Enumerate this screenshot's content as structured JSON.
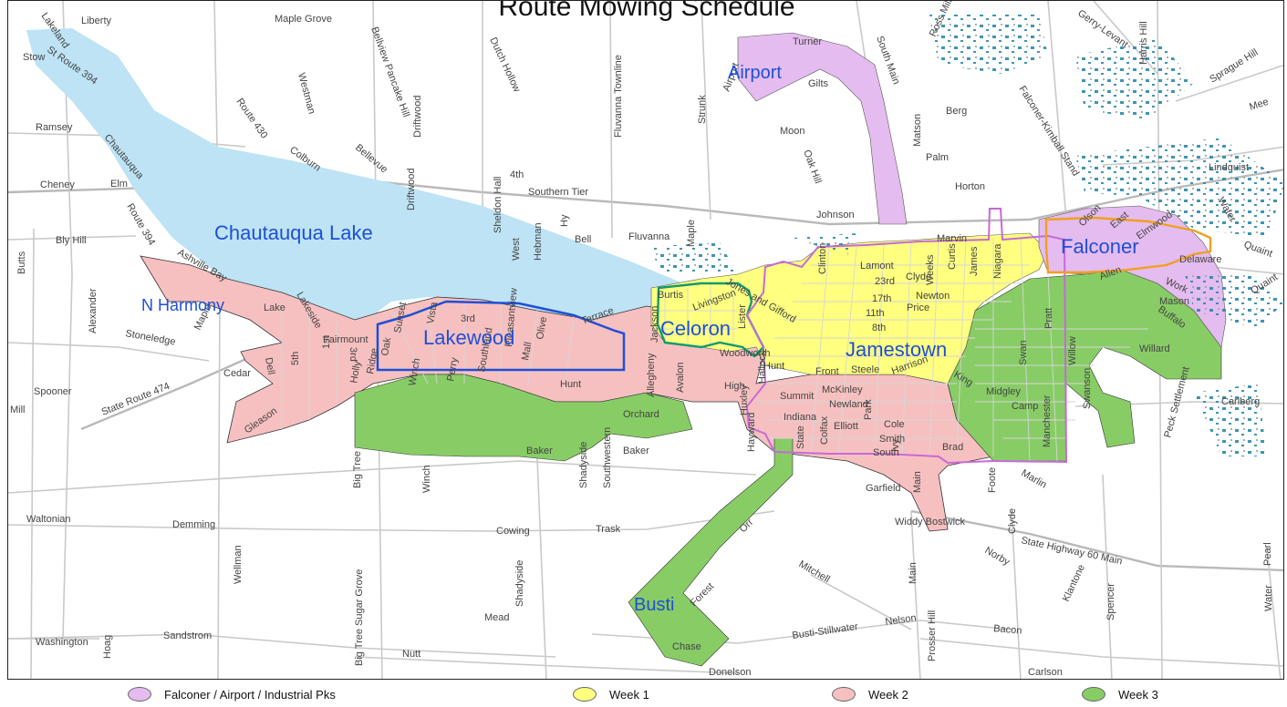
{
  "title": "Route Mowing Schedule",
  "colors": {
    "lake": "#bde3f5",
    "falconer": "#e4bcef",
    "week1": "#ffff80",
    "week2": "#f7c0c0",
    "week3": "#88cc66",
    "boundary_lakewood": "#1f4fd6",
    "boundary_celoron": "#129a70",
    "boundary_jamestown": "#c66ad8",
    "boundary_falconer": "#f0a020",
    "wetland": "#2a89a8"
  },
  "areas": {
    "chautauqua_lake": "Chautauqua Lake",
    "n_harmony": "N Harmony",
    "lakewood": "Lakewood",
    "celoron": "Celoron",
    "jamestown": "Jamestown",
    "falconer": "Falconer",
    "airport": "Airport",
    "busti": "Busti"
  },
  "roads": {
    "maple_grove": "Maple Grove",
    "liberty": "Liberty",
    "lakeland": "Lakeland",
    "stow": "Stow",
    "st_route_394_nw": "St Route 394",
    "ramsey": "Ramsey",
    "cheney": "Cheney",
    "elm": "Elm",
    "bly_hill": "Bly Hill",
    "butts": "Butts",
    "alexander": "Alexander",
    "stoneledge": "Stoneledge",
    "maple_w": "Maple",
    "cedar": "Cedar",
    "spooner": "Spooner",
    "state_route_474": "State Route 474",
    "mill_w": "Mill",
    "gleason": "Gleason",
    "waltonian": "Waltonian",
    "demming": "Demming",
    "wellman": "Wellman",
    "washington": "Washington",
    "hoag": "Hoag",
    "sandstrom": "Sandstrom",
    "big_tree_sugar_grove": "Big Tree Sugar Grove",
    "nutt": "Nutt",
    "mead": "Mead",
    "donelson": "Donelson",
    "big_tree": "Big Tree",
    "winch": "Winch",
    "baker_w": "Baker",
    "baker_e": "Baker",
    "shadyside": "Shadyside",
    "shadyside_s": "Shadyside",
    "southwestern": "Southwestern",
    "cowing": "Cowing",
    "trask": "Trask",
    "orchard": "Orchard",
    "hunt_w": "Hunt",
    "hunt_e": "Hunt",
    "high": "High",
    "allegheny": "Allegheny",
    "avalon": "Avalon",
    "fairmount": "Fairmount",
    "terrace": "Terrace",
    "burtis": "Burtis",
    "livingston": "Livingston",
    "jackson": "Jackson",
    "jones_and_gifford": "Jones and Gifford",
    "woodworth": "Woodworth",
    "lister": "Lister",
    "hallock": "Hallock",
    "summit": "Summit",
    "mckinley": "McKinley",
    "newland": "Newland",
    "indiana": "Indiana",
    "elliott": "Elliott",
    "cole": "Cole",
    "smith": "Smith",
    "south": "South",
    "state": "State",
    "colfax": "Colfax",
    "park": "Park",
    "ivy": "Ivy",
    "main_s": "Main",
    "garfield": "Garfield",
    "widdy_bostwick": "Widdy Bostwick",
    "foote": "Foote",
    "clyde_s": "Clyde",
    "norby": "Norby",
    "state_highway_60": "State Highway 60 Main",
    "mitchell": "Mitchell",
    "main_far_s": "Main",
    "prosser_hill": "Prosser Hill",
    "nelson": "Nelson",
    "busti_stillwater": "Busti-Stillwater",
    "bacon": "Bacon",
    "carlson": "Carlson",
    "klantone": "Klantone",
    "spencer": "Spencer",
    "water_s": "Water",
    "pearl": "Pearl",
    "forest": "Forest",
    "chase": "Chase",
    "orr": "Orr",
    "lamont": "Lamont",
    "clyde_n": "Clyde",
    "23rd": "23rd",
    "17th": "17th",
    "newton": "Newton",
    "price": "Price",
    "11th": "11th",
    "8th": "8th",
    "front": "Front",
    "steele": "Steele",
    "harrison": "Harrison",
    "king": "King",
    "midgley": "Midgley",
    "camp": "Camp",
    "swan": "Swan",
    "pratt": "Pratt",
    "willow": "Willow",
    "willard": "Willard",
    "buffalo": "Buffalo",
    "swanson": "Swanson",
    "manchester": "Manchester",
    "marlin": "Marlin",
    "brad": "Brad",
    "curtis": "Curtis",
    "james": "James",
    "niagara": "Niagara",
    "weeks": "Weeks",
    "clinton": "Clinton",
    "marvin": "Marvin",
    "johnson": "Johnson",
    "horton": "Horton",
    "palm": "Palm",
    "berg": "Berg",
    "matson": "Matson",
    "moon": "Moon",
    "oak_hill": "Oak Hill",
    "gilts": "Gilts",
    "turner": "Turner",
    "south_main": "South Main",
    "ross_mills": "Ross Mills",
    "gerry_levant": "Gerry-Levant",
    "harris_hill": "Harris Hill",
    "sprague_hill": "Sprague Hill",
    "mee": "Mee",
    "falconer_kimball_stand": "Falconer-Kimball Stand",
    "lindquist": "Lindquist",
    "water_e": "Water",
    "quaint": "Quaint",
    "quaint_2": "Quaint",
    "delaware": "Delaware",
    "work": "Work",
    "mason": "Mason",
    "allen": "Allen",
    "east": "East",
    "elmwood": "Elmwood",
    "olson": "Olson",
    "carlberg": "Carlberg",
    "peck_settlement": "Peck Settlement",
    "southern_tier": "Southern Tier",
    "4th": "4th",
    "bell": "Bell",
    "fluvanna": "Fluvanna",
    "maple_n": "Maple",
    "fluvanna_townline": "Fluvanna Townline",
    "strunk": "Strunk",
    "dutch_hollow": "Dutch Hollow",
    "bellview_pancake_hill": "Bellview Pancake Hill",
    "westman": "Westman",
    "route_430": "Route 430",
    "colburn": "Colburn",
    "bellevue": "Bellevue",
    "driftwood_n": "Driftwood",
    "driftwood_s": "Driftwood",
    "sheldon_hall": "Sheldon Hall",
    "west": "West",
    "hebman": "Hebman",
    "chautauqua": "Chautauqua",
    "route_394": "Route 394",
    "ashville_bay": "Ashville Bay",
    "lakeside": "Lakeside",
    "lake_n": "Lake",
    "dell": "Dell",
    "5th": "5th",
    "1st": "1st",
    "3rd_w": "3rd",
    "3rd_lk": "3rd",
    "sunset": "Sunset",
    "vista": "Vista",
    "winch_lk": "Winch",
    "perry": "Perry",
    "southland": "Southland",
    "ridge": "Ridge",
    "oak": "Oak",
    "holly": "Holly",
    "pleasantview": "Pleasantview",
    "olive": "Olive",
    "mall": "Mall",
    "huxley": "Huxley",
    "hayward": "Hayward",
    "airport_rd": "Airport",
    "hy": "Hy"
  },
  "legend": [
    {
      "label": "Falconer / Airport / Industrial Pks",
      "color": "#e4bcef"
    },
    {
      "label": "Week 1",
      "color": "#ffff80"
    },
    {
      "label": "Week 2",
      "color": "#f7c0c0"
    },
    {
      "label": "Week 3",
      "color": "#88cc66"
    }
  ]
}
